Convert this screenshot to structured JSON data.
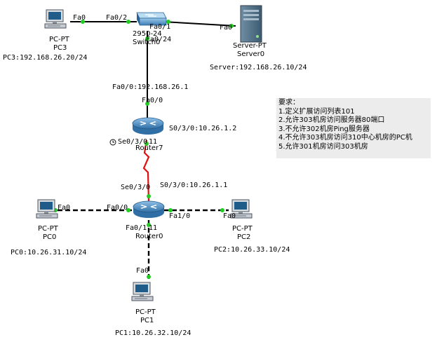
{
  "devices": {
    "pc3": {
      "type": "PC-PT",
      "name": "PC3",
      "ip": "PC3:192.168.26.20/24"
    },
    "switch0": {
      "type": "2950-24",
      "name": "Switch0"
    },
    "server0": {
      "type": "Server-PT",
      "name": "Server0",
      "ip": "Server:192.168.26.10/24"
    },
    "router7": {
      "name": "Router7"
    },
    "router0": {
      "name": "Router0"
    },
    "pc0": {
      "type": "PC-PT",
      "name": "PC0",
      "ip": "PC0:10.26.31.10/24"
    },
    "pc1": {
      "type": "PC-PT",
      "name": "PC1",
      "ip": "PC1:10.26.32.10/24"
    },
    "pc2": {
      "type": "PC-PT",
      "name": "PC2",
      "ip": "PC2:10.26.33.10/24"
    }
  },
  "ports": {
    "pc3_fa0": "Fa0",
    "sw_fa0_2": "Fa0/2",
    "sw_fa0_1": "Fa0/1",
    "sw_fa0_24": "Fa0/24",
    "server_fa0": "Fa0",
    "r7_gw": "Fa0/0:192.168.26.1",
    "r7_fa0_0": "Fa0/0",
    "r7_s0_3_0": "S0/3/0:10.26.1.2",
    "r7_se0_3_0": "Se0/3/0",
    "r7_dev_suffix": "11",
    "r0_se0_3_0": "Se0/3/0",
    "r0_s0_3_0": "S0/3/0:10.26.1.1",
    "r0_fa0_0": "Fa0/0",
    "r0_fa0_1": "Fa0/1",
    "r0_fa1_0": "Fa1/0",
    "r0_dev_suffix": "11",
    "pc0_fa0": "Fa0",
    "pc1_fa0": "Fa0",
    "pc2_fa0": "Fa0"
  },
  "requirements": {
    "title": "要求：",
    "items": [
      "1.定义扩展访问列表101",
      "2.允许303机房访问服务器80端口",
      "3.不允许302机房Ping服务器",
      "4.不允许303机房访问310中心机房的PC机",
      "5.允许301机房访问303机房"
    ]
  },
  "colors": {
    "link": "#000000",
    "serial_link": "#e01010",
    "port_up": "#22cc22",
    "router_body": "#4a8fc4",
    "notes_bg": "#ececec"
  }
}
